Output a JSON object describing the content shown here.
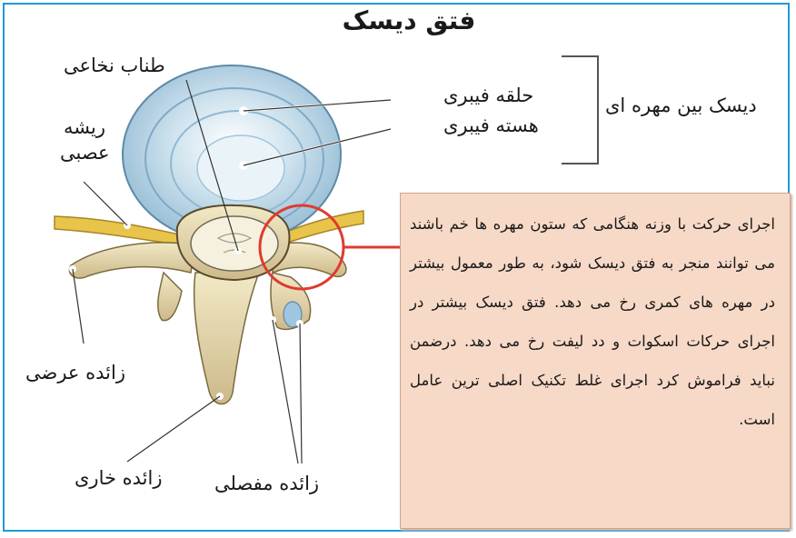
{
  "title": "فتق دیسک",
  "labels": {
    "spinal_cord": "طناب نخاعی",
    "nerve_root_line1": "ریشه",
    "nerve_root_line2": "عصبی",
    "annulus": "حلقه فیبری",
    "nucleus": "هسته فیبری",
    "intervertebral_disc": "دیسک بین مهره ای",
    "transverse_process": "زائده عرضی",
    "spinous_process": "زائده خاری",
    "articular_process": "زائده مفصلی"
  },
  "info_box": {
    "text": "اجرای حرکت با وزنه هنگامی که ستون مهره ها خم باشند می توانند منجر به فتق دیسک شود، به طور معمول بیشتر در مهره های کمری رخ می دهد. فتق دیسک بیشتر در اجرای حرکات اسکوات و دد لیفت رخ می دهد. درضمن نباید فراموش کرد اجرای غلط تکنیک اصلی ترین عامل است."
  },
  "colors": {
    "frame": "#1f9ad6",
    "highlight_circle": "#e03a2f",
    "info_box_bg": "#f7d9c7",
    "disc_blue": "#9fc6de",
    "bone": "#e9dcae"
  }
}
